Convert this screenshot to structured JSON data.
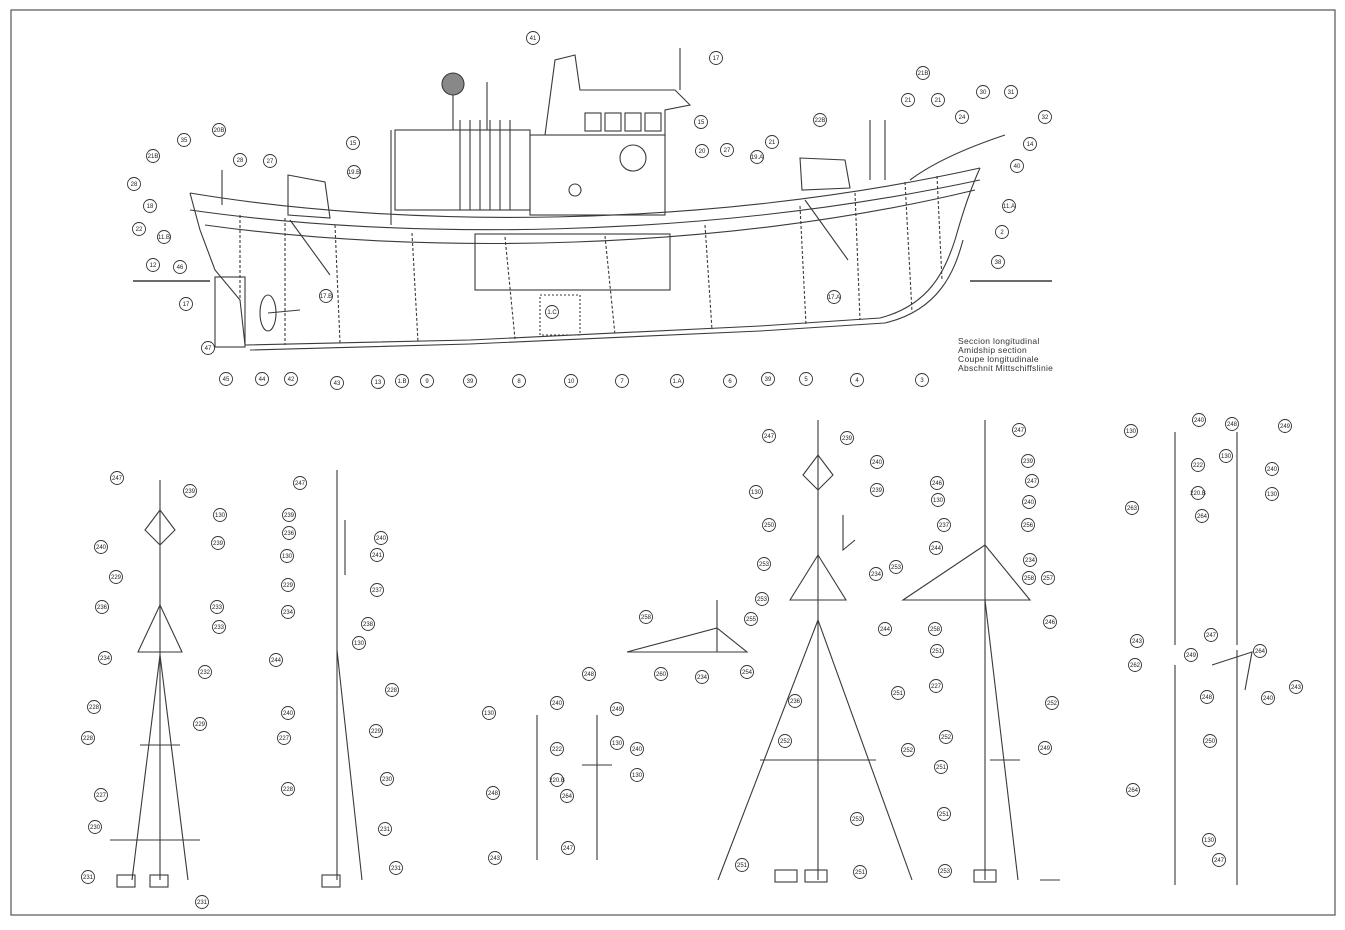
{
  "drawing": {
    "section_title": [
      "Seccion longitudinal",
      "Amidship section",
      "Coupe longitudinale",
      "Abschnit Mittschiffslinie"
    ]
  },
  "hull_tags": {
    "bottom_row": [
      "45",
      "44",
      "42",
      "43",
      "13",
      "1.B",
      "9",
      "39",
      "8",
      "10",
      "7",
      "1.A",
      "6",
      "39",
      "5",
      "4",
      "3"
    ],
    "left_side": [
      "28",
      "18",
      "22",
      "11.B",
      "12",
      "46",
      "47",
      "17"
    ],
    "top_left": [
      "21B",
      "35",
      "20B",
      "28",
      "27",
      "19.B",
      "15",
      "17.B"
    ],
    "top_right": [
      "41",
      "17",
      "15",
      "20",
      "27",
      "19.A",
      "21",
      "22B",
      "21",
      "21B",
      "21",
      "24",
      "30",
      "31",
      "32",
      "14",
      "40",
      "11.A",
      "2",
      "38",
      "17.A",
      "1.C"
    ]
  },
  "mast_A_tags": [
    "247",
    "239",
    "130",
    "240",
    "239",
    "229",
    "236",
    "233",
    "234",
    "233",
    "232",
    "228",
    "229",
    "228",
    "227",
    "230",
    "231",
    "231"
  ],
  "mast_B_tags": [
    "247",
    "239",
    "236",
    "130",
    "240",
    "241",
    "229",
    "237",
    "238",
    "234",
    "130",
    "244",
    "228",
    "240",
    "229",
    "227",
    "228",
    "230",
    "231",
    "231"
  ],
  "small_mast_left_tags": [
    "130",
    "248",
    "240",
    "249",
    "222",
    "130",
    "240",
    "220.B",
    "130",
    "264",
    "248",
    "247",
    "243"
  ],
  "mast_C_tags": [
    "247",
    "239",
    "240",
    "130",
    "239",
    "250",
    "253",
    "234",
    "253",
    "236",
    "251",
    "252",
    "252",
    "253",
    "251",
    "251"
  ],
  "gaff_tags": [
    "258",
    "255",
    "260",
    "234",
    "254"
  ],
  "mast_D_tags": [
    "247",
    "239",
    "246",
    "247",
    "240",
    "130",
    "237",
    "256",
    "244",
    "234",
    "258",
    "257",
    "253",
    "244",
    "258",
    "246",
    "251",
    "252",
    "227",
    "249",
    "252",
    "251",
    "251",
    "253"
  ],
  "small_mast_right_tags": [
    "130",
    "248",
    "240",
    "249",
    "222",
    "130",
    "240",
    "220.B",
    "130",
    "264",
    "263",
    "243",
    "247",
    "262",
    "264",
    "249",
    "243",
    "248",
    "240",
    "250",
    "264",
    "130",
    "247"
  ],
  "colors": {
    "line": "#3a3a3a",
    "frame": "#555555",
    "background": "#ffffff"
  }
}
